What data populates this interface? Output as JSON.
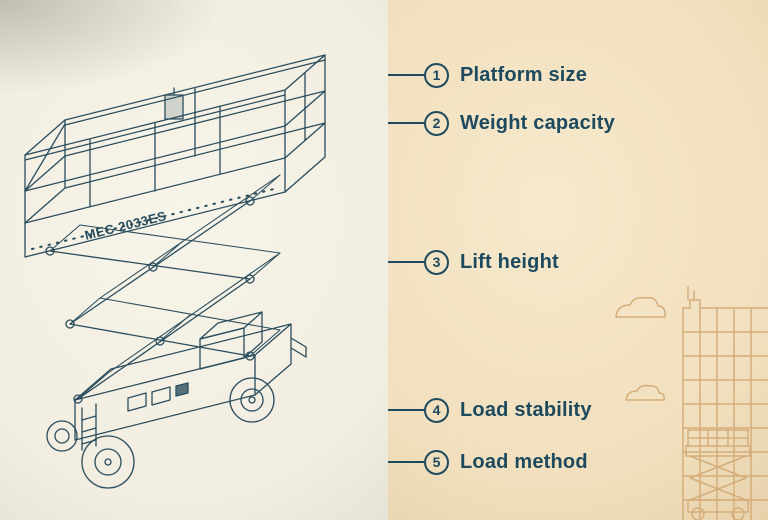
{
  "illustration": {
    "machine_label": "MEC 2033ES"
  },
  "labels": [
    {
      "num": "1",
      "text": "Platform size"
    },
    {
      "num": "2",
      "text": "Weight capacity"
    },
    {
      "num": "3",
      "text": "Lift height"
    },
    {
      "num": "4",
      "text": "Load stability"
    },
    {
      "num": "5",
      "text": "Load method"
    }
  ],
  "colors": {
    "ink": "#2a4d5d",
    "label_text": "#1d4a5e",
    "left_background": "#f1ede0",
    "right_background": "#f1dfbd",
    "watermark": "#d3ab77"
  }
}
